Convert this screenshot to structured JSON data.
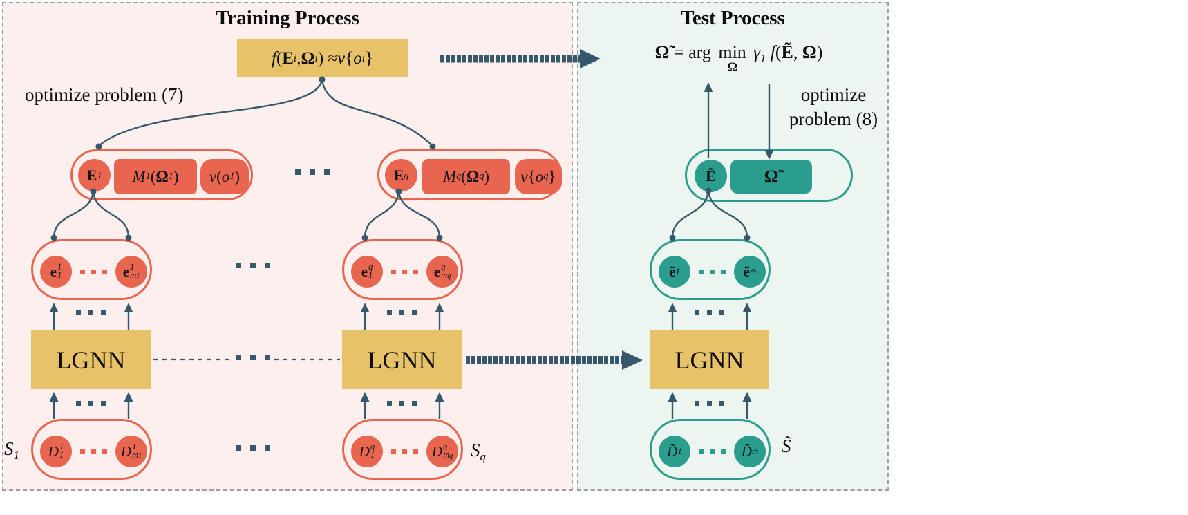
{
  "colors": {
    "pink": "#fcefee",
    "green": "#edf5f0",
    "salmon": "#e8664f",
    "teal": "#2a9d8f",
    "yellow": "#e7c269",
    "slate": "#36586c",
    "ink": "#111111",
    "gray": "#9e9e9e"
  },
  "training": {
    "title": "Training Process",
    "optimize_label": "optimize problem (7)",
    "formula": [
      {
        "t": "f",
        "c": "i"
      },
      {
        "t": "("
      },
      {
        "t": "E",
        "c": "b"
      },
      {
        "sub": "i"
      },
      {
        "t": ", "
      },
      {
        "t": "Ω",
        "c": "b"
      },
      {
        "sub": "i"
      },
      {
        "t": ") ≈ "
      },
      {
        "t": "v",
        "c": "i"
      },
      {
        "t": "{"
      },
      {
        "t": "o",
        "c": "i"
      },
      {
        "sub": "i"
      },
      {
        "t": "}"
      }
    ],
    "row1": {
      "c1": {
        "e": [
          {
            "t": "E",
            "c": "b"
          },
          {
            "sub": "1"
          }
        ],
        "m": [
          {
            "t": "M",
            "c": "i"
          },
          {
            "sub": "1"
          },
          {
            "t": "("
          },
          {
            "t": "Ω",
            "c": "b"
          },
          {
            "sub": "1"
          },
          {
            "t": ")"
          }
        ],
        "v": [
          {
            "t": "v",
            "c": "i"
          },
          {
            "t": "("
          },
          {
            "t": "o",
            "c": "i"
          },
          {
            "sub": "1"
          },
          {
            "t": ")"
          }
        ]
      },
      "cq": {
        "e": [
          {
            "t": "E",
            "c": "b"
          },
          {
            "sub": "q"
          }
        ],
        "m": [
          {
            "t": "M",
            "c": "i"
          },
          {
            "sub": "q"
          },
          {
            "t": "("
          },
          {
            "t": "Ω",
            "c": "b"
          },
          {
            "sub": "q"
          },
          {
            "t": ")"
          }
        ],
        "v": [
          {
            "t": "v",
            "c": "i"
          },
          {
            "t": "{"
          },
          {
            "t": "o",
            "c": "i"
          },
          {
            "sub": "q"
          },
          {
            "t": "}"
          }
        ]
      }
    },
    "row2": {
      "c1": {
        "first": [
          {
            "t": "e",
            "c": "b"
          },
          {
            "sup": "1",
            "sub": "1"
          }
        ],
        "last": [
          {
            "t": "e",
            "c": "b"
          },
          {
            "sup": "1",
            "sub": "m",
            "sub2": "1"
          }
        ]
      },
      "cq": {
        "first": [
          {
            "t": "e",
            "c": "b"
          },
          {
            "sup": "q",
            "sub": "1"
          }
        ],
        "last": [
          {
            "t": "e",
            "c": "b"
          },
          {
            "sup": "q",
            "sub": "m",
            "sub2": "q"
          }
        ]
      }
    },
    "lgnn1": "LGNN",
    "lgnnq": "LGNN",
    "row4": {
      "c1": {
        "first": [
          {
            "t": "D",
            "c": "i"
          },
          {
            "sup": "1",
            "sub": "1"
          }
        ],
        "last": [
          {
            "t": "D",
            "c": "i"
          },
          {
            "sup": "1",
            "sub": "m",
            "sub2": "1"
          }
        ]
      },
      "cq": {
        "first": [
          {
            "t": "D",
            "c": "i"
          },
          {
            "sup": "q",
            "sub": "1"
          }
        ],
        "last": [
          {
            "t": "D",
            "c": "i"
          },
          {
            "sup": "q",
            "sub": "m",
            "sub2": "q"
          }
        ]
      }
    },
    "s1": [
      {
        "t": "S",
        "c": "i"
      },
      {
        "sub": "1"
      }
    ],
    "sq": [
      {
        "t": "S",
        "c": "i"
      },
      {
        "sub": "q"
      }
    ]
  },
  "test": {
    "title": "Test Process",
    "optimize_label_line1": "optimize",
    "optimize_label_line2": "problem (8)",
    "formula": [
      {
        "t": "Ω̃",
        "c": "b"
      },
      {
        "t": " = arg "
      },
      {
        "top": "min",
        "bot": "Ω"
      },
      {
        "t": " ",
        "c": "sp"
      },
      {
        "t": "γ",
        "c": "i"
      },
      {
        "sub": "1"
      },
      {
        "t": " "
      },
      {
        "t": "f",
        "c": "i"
      },
      {
        "t": "("
      },
      {
        "t": "Ẽ",
        "c": "b"
      },
      {
        "t": ", "
      },
      {
        "t": "Ω",
        "c": "b"
      },
      {
        "t": ")"
      }
    ],
    "row1": {
      "e": [
        {
          "t": "Ẽ",
          "c": "b"
        }
      ],
      "omega": [
        {
          "t": "Ω̃",
          "c": "b"
        }
      ]
    },
    "row2": {
      "first": [
        {
          "t": "ẽ",
          "c": "b"
        },
        {
          "sub": "1"
        }
      ],
      "last": [
        {
          "t": "ẽ",
          "c": "b"
        },
        {
          "sub": "m̃"
        }
      ]
    },
    "lgnn": "LGNN",
    "row4": {
      "first": [
        {
          "t": "D̃",
          "c": "i"
        },
        {
          "sub": "1"
        }
      ],
      "last": [
        {
          "t": "D̃",
          "c": "i"
        },
        {
          "sub": "m̃"
        }
      ]
    },
    "s": [
      {
        "t": "S̃",
        "c": "i"
      }
    ]
  }
}
